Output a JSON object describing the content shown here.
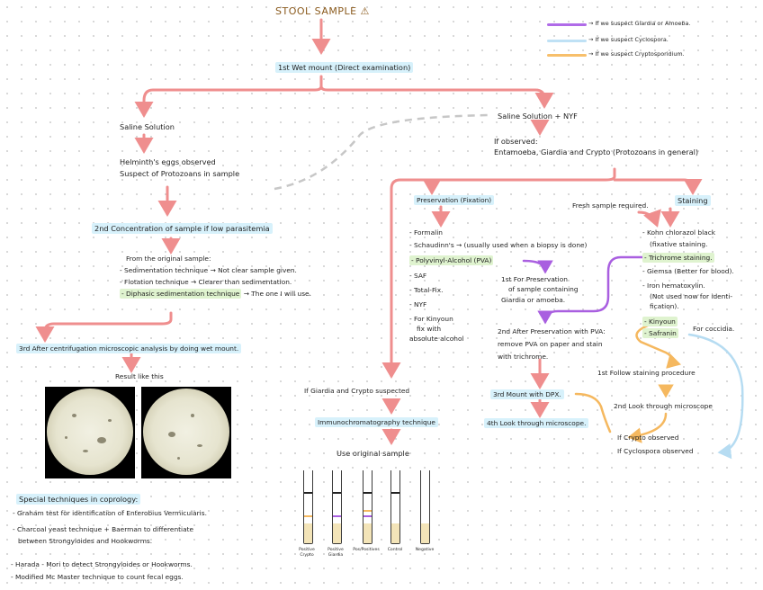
{
  "title": "STOOL SAMPLE ⚠",
  "legend": [
    {
      "text": "→ If we suspect Giardia or Amoeba.",
      "color": "#b06be8"
    },
    {
      "text": "→ If we suspect Cyclospora.",
      "color": "#bfe1f5"
    },
    {
      "text": "→ If we suspect Cryptosporidium.",
      "color": "#f7bf6b"
    }
  ],
  "first_wet": "1st Wet mount (Direct examination)",
  "saline": "Saline Solution",
  "saline_nyf": "Saline Solution + NYF",
  "helminth": [
    "Helminth's eggs observed",
    "Suspect of Protozoans in sample"
  ],
  "observed": [
    "If observed:",
    "Entamoeba, Giardia and Crypto (Protozoans in general)"
  ],
  "second_conc": "2nd Concentration of sample if low parasitemia",
  "conc_items": [
    "From the original sample:",
    "- Sedimentation technique → Not clear sample given.",
    "- Flotation technique → Clearer than sedimentation.",
    "- Diphasic sedimentation technique",
    "→ The one I will use."
  ],
  "third": "3rd After centrifugation microscopic analysis by doing wet mount.",
  "result": "Result like this",
  "special_title": "Special techniques in coprology:",
  "special": [
    "- Graham test for identification of Enterobius Vermicularis.",
    "- Charcoal yeast technique + Baerman to differentiate",
    "between Strongyloides and Hookworms.",
    "- Harada - Mori to detect Strongyloides or Hookworms.",
    "- Modified Mc Master technique to count fecal eggs."
  ],
  "preservation_title": "Preservation (Fixation)",
  "preservation": [
    "- Formalin",
    "- Schaudinn's → (usually used when a biopsy is done)",
    "- Polyvinyl-Alcohol (PVA)",
    "- SAF",
    "- Total-Fix.",
    "- NYF",
    "- For Kinyoun",
    "fix with",
    "absolute alcohol"
  ],
  "pva_note": [
    "1st For Preservation",
    "of sample containing",
    "Giardia or amoeba."
  ],
  "after_pva": [
    "2nd After Preservation with PVA:",
    "remove PVA on paper and stain",
    "with trichrome."
  ],
  "third_mount": "3rd Mount with DPX.",
  "fourth_look": "4th Look through microscope.",
  "fresh": "Fresh sample required.",
  "staining_title": "Staining",
  "staining": [
    "- Kohn chlorazol black",
    "(fixative staining.",
    "- Trichrome staining.",
    "- Giemsa (Better for blood).",
    "- Iron hematoxylin.",
    "(Not used now for identi-",
    "fication).",
    "- Kinyoun",
    "- Safranin"
  ],
  "for_coccidia": "For coccidia.",
  "follow": "1st Follow staining procedure",
  "look2": "2nd Look through microscope",
  "crypto_obs": "If Crypto observed",
  "cyclo_obs": "If Cyclospora observed",
  "giardia_crypto": "If Giardia and Crypto suspected",
  "immuno": "Immunochromatography technique",
  "use_original": "Use original sample",
  "tubes": [
    "Positive Crypto",
    "Positive Giardia",
    "Pos/Positives",
    "Control",
    "Negative"
  ]
}
